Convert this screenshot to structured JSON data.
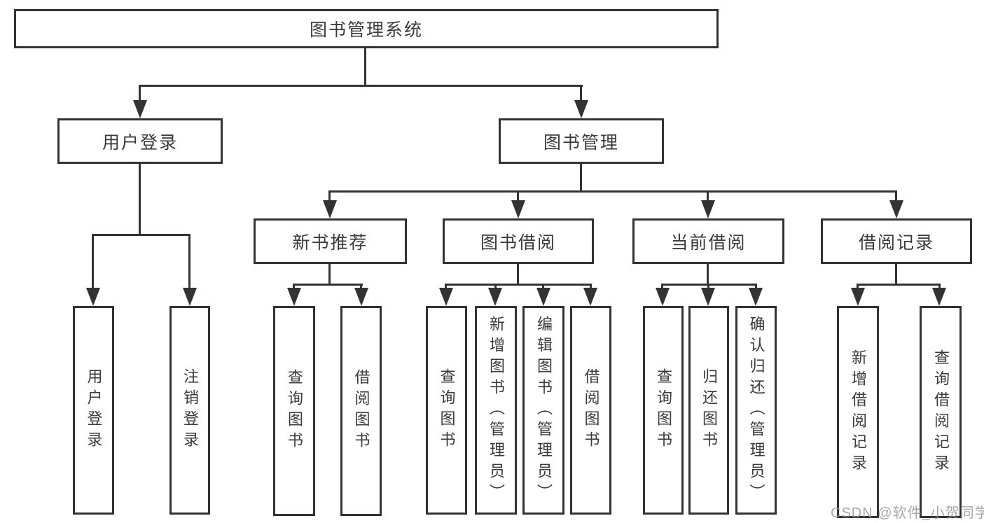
{
  "page": {
    "background": "#ffffff",
    "line_color": "#333333",
    "text_color": "#3a3a3a",
    "watermark_color": "#969696",
    "watermark": "CSDN @软件_小贺同学"
  },
  "nodes": {
    "root": {
      "label": "图书管理系统"
    },
    "user_login": {
      "label": "用户登录"
    },
    "book_mgmt": {
      "label": "图书管理"
    },
    "login": {
      "label": "用户登录"
    },
    "logout": {
      "label": "注销登录"
    },
    "new_book_rec": {
      "label": "新书推荐"
    },
    "book_borrow": {
      "label": "图书借阅"
    },
    "current_borrow": {
      "label": "当前借阅"
    },
    "borrow_record": {
      "label": "借阅记录"
    },
    "rec_query": {
      "label": "查询图书"
    },
    "rec_borrow": {
      "label": "借阅图书"
    },
    "bb_query": {
      "label": "查询图书"
    },
    "bb_add": {
      "label": "新增图书（管理员）"
    },
    "bb_edit": {
      "label": "编辑图书（管理员）"
    },
    "bb_borrow": {
      "label": "借阅图书"
    },
    "cb_query": {
      "label": "查询图书"
    },
    "cb_return": {
      "label": "归还图书"
    },
    "cb_confirm": {
      "label": "确认归还（管理员）"
    },
    "br_add": {
      "label": "新增借阅记录"
    },
    "br_query": {
      "label": "查询借阅记录"
    }
  },
  "hierarchy": {
    "图书管理系统": {
      "用户登录": [
        "用户登录",
        "注销登录"
      ],
      "图书管理": {
        "新书推荐": [
          "查询图书",
          "借阅图书"
        ],
        "图书借阅": [
          "查询图书",
          "新增图书（管理员）",
          "编辑图书（管理员）",
          "借阅图书"
        ],
        "当前借阅": [
          "查询图书",
          "归还图书",
          "确认归还（管理员）"
        ],
        "借阅记录": [
          "新增借阅记录",
          "查询借阅记录"
        ]
      }
    }
  }
}
